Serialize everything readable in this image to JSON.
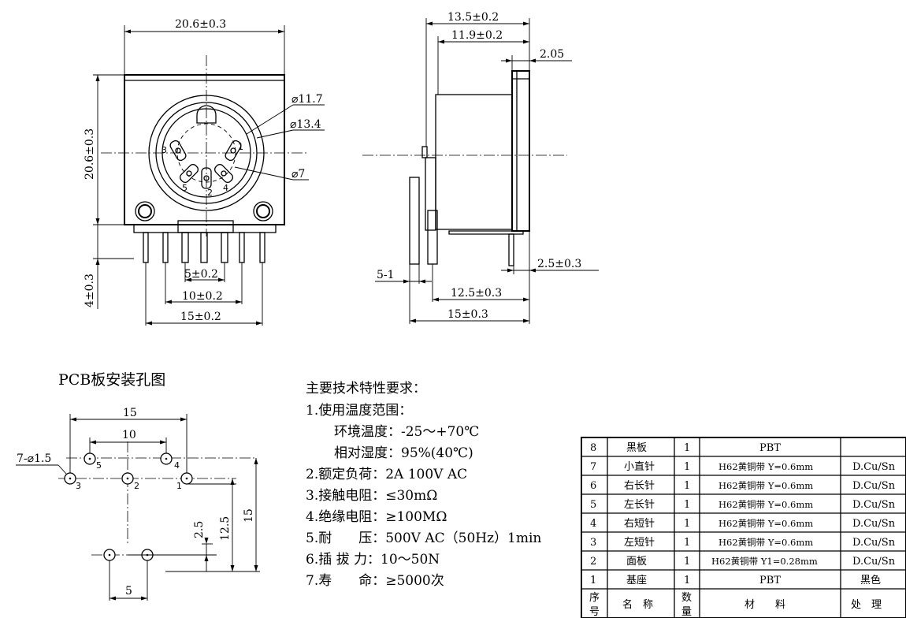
{
  "front_view": {
    "dims": {
      "width": "20.6±0.3",
      "height": "20.6±0.3",
      "d_outer": "⌀13.4",
      "d_inner": "⌀11.7",
      "d_pin": "⌀7",
      "pin_depth": "4±0.3",
      "pitch_5": "5±0.2",
      "pitch_10": "10±0.2",
      "pitch_15": "15±0.2"
    },
    "pins": [
      "1",
      "2",
      "3",
      "4",
      "5"
    ]
  },
  "side_view": {
    "dims": {
      "depth_total": "13.5±0.2",
      "depth_body": "11.9±0.2",
      "flange": "2.05",
      "pin_offset": "2.5±0.3",
      "leg_gap": "5-1",
      "leg_span": "12.5±0.3",
      "overall": "15±0.3"
    }
  },
  "pcb_layout": {
    "title": "PCB板安装孔图",
    "dims": {
      "w15": "15",
      "w10": "10",
      "holes": "7-⌀1.5",
      "h2_5": "2.5",
      "h12_5": "12.5",
      "h15": "15",
      "w5": "5"
    },
    "pins": [
      "5",
      "4",
      "3",
      "2",
      "1"
    ]
  },
  "specs": {
    "title": "主要技术特性要求：",
    "lines": [
      "1.使用温度范围：",
      "环境温度：-25～+70℃",
      "相对湿度：95%(40℃)",
      "2.额定负荷：2A 100V AC",
      "3.接触电阻：≤30mΩ",
      "4.绝缘电阻：≥100MΩ",
      "5.耐　　压：500V AC（50Hz）1min",
      "6.插 拔 力：10～50N",
      "7.寿　　命：≥5000次"
    ]
  },
  "bom": {
    "rows": [
      [
        "8",
        "黑板",
        "1",
        "PBT",
        ""
      ],
      [
        "7",
        "小直针",
        "1",
        "H62黄铜带 Y=0.6mm",
        "D.Cu/Sn"
      ],
      [
        "6",
        "右长针",
        "1",
        "H62黄铜带 Y=0.6mm",
        "D.Cu/Sn"
      ],
      [
        "5",
        "左长针",
        "1",
        "H62黄铜带 Y=0.6mm",
        "D.Cu/Sn"
      ],
      [
        "4",
        "右短针",
        "1",
        "H62黄铜带 Y=0.6mm",
        "D.Cu/Sn"
      ],
      [
        "3",
        "左短针",
        "1",
        "H62黄铜带 Y=0.6mm",
        "D.Cu/Sn"
      ],
      [
        "2",
        "面板",
        "1",
        "H62黄铜带 Y1=0.28mm",
        "D.Cu/Sn"
      ],
      [
        "1",
        "基座",
        "1",
        "PBT",
        "黑色"
      ]
    ],
    "header": {
      "no_1": "序",
      "no_2": "号",
      "name": "名　称",
      "qty_1": "数",
      "qty_2": "量",
      "material": "材　　料",
      "treatment": "处　理"
    }
  }
}
